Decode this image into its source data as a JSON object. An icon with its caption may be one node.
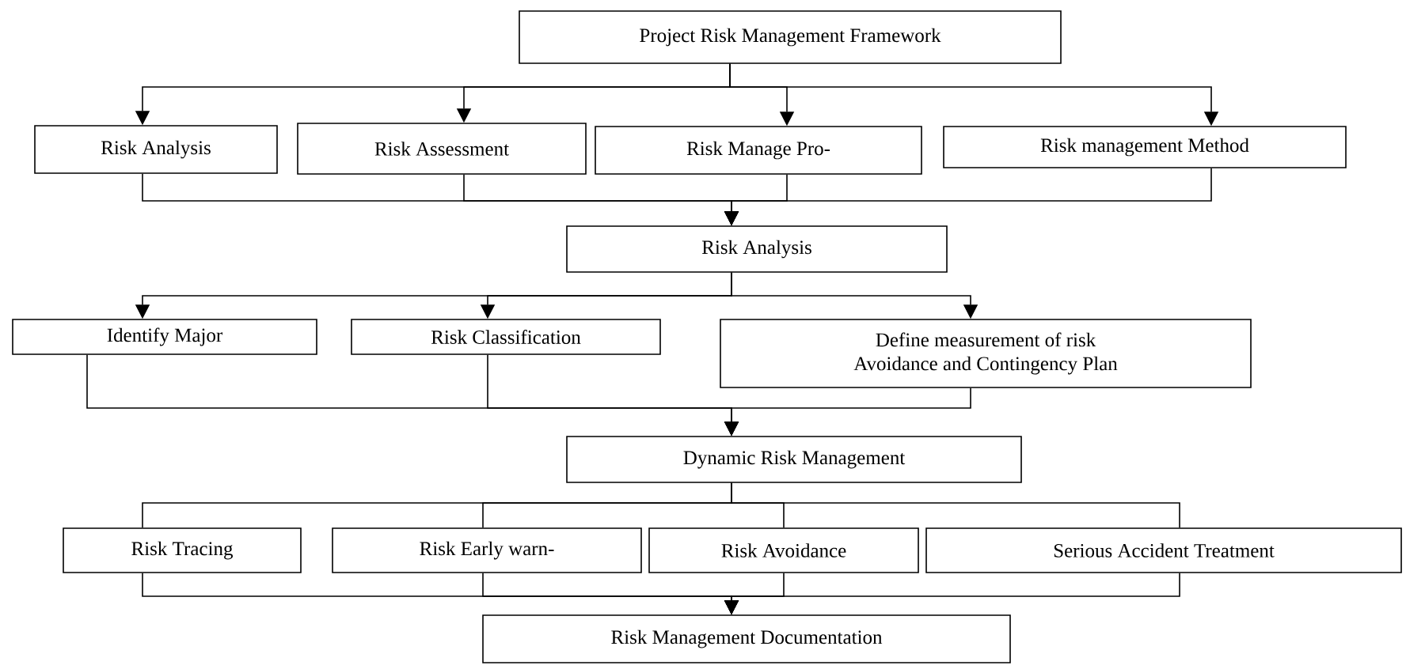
{
  "diagram": {
    "nodes": [
      {
        "text": [
          "Project Risk Management Framework"
        ]
      },
      {
        "text": [
          "Risk Analysis"
        ]
      },
      {
        "text": [
          "Risk Assessment"
        ]
      },
      {
        "text": [
          "Risk Manage Pro-"
        ]
      },
      {
        "text": [
          "Risk management Method"
        ]
      },
      {
        "text": [
          "Risk Analysis"
        ]
      },
      {
        "text": [
          "Identify Major"
        ]
      },
      {
        "text": [
          "Risk Classification"
        ]
      },
      {
        "text": [
          "Define measurement of risk",
          "Avoidance and Contingency Plan"
        ]
      },
      {
        "text": [
          "Dynamic Risk Management"
        ]
      },
      {
        "text": [
          "Risk Tracing"
        ]
      },
      {
        "text": [
          "Risk Early warn-"
        ]
      },
      {
        "text": [
          "Risk Avoidance"
        ]
      },
      {
        "text": [
          "Serious Accident Treatment"
        ]
      },
      {
        "text": [
          "Risk Management Documentation"
        ]
      }
    ],
    "edges": [
      {
        "from": 0,
        "to": 1,
        "arrow": "to"
      },
      {
        "from": 0,
        "to": 2,
        "arrow": "to"
      },
      {
        "from": 0,
        "to": 3,
        "arrow": "to"
      },
      {
        "from": 0,
        "to": 4,
        "arrow": "to"
      },
      {
        "from": 1,
        "to": 5,
        "arrow": "to"
      },
      {
        "from": 2,
        "to": 5,
        "arrow": "to"
      },
      {
        "from": 3,
        "to": 5,
        "arrow": "to"
      },
      {
        "from": 4,
        "to": 5,
        "arrow": "to"
      },
      {
        "from": 5,
        "to": 6,
        "arrow": "to"
      },
      {
        "from": 5,
        "to": 7,
        "arrow": "to"
      },
      {
        "from": 5,
        "to": 8,
        "arrow": "to"
      },
      {
        "from": 6,
        "to": 9,
        "arrow": "to"
      },
      {
        "from": 7,
        "to": 9,
        "arrow": "to"
      },
      {
        "from": 8,
        "to": 9,
        "arrow": "to"
      },
      {
        "from": 9,
        "to": 10,
        "arrow": "none"
      },
      {
        "from": 9,
        "to": 11,
        "arrow": "none"
      },
      {
        "from": 9,
        "to": 12,
        "arrow": "none"
      },
      {
        "from": 9,
        "to": 13,
        "arrow": "none"
      },
      {
        "from": 10,
        "to": 14,
        "arrow": "to"
      },
      {
        "from": 11,
        "to": 14,
        "arrow": "to"
      },
      {
        "from": 12,
        "to": 14,
        "arrow": "to"
      },
      {
        "from": 13,
        "to": 14,
        "arrow": "to"
      }
    ]
  }
}
